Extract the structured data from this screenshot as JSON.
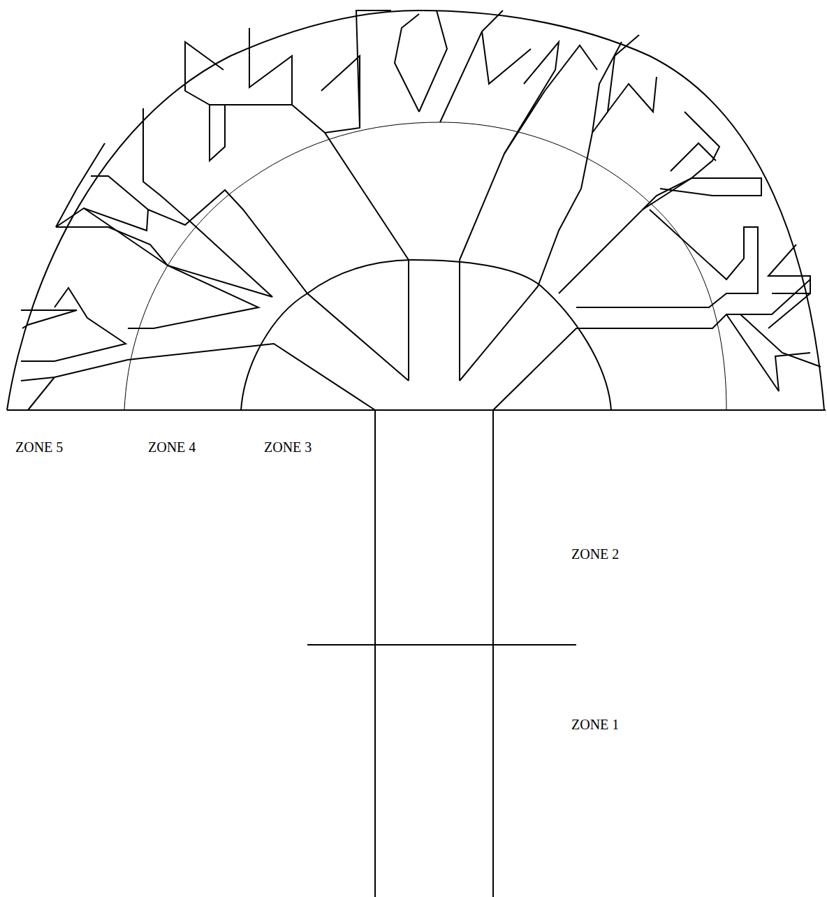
{
  "diagram": {
    "labels": [
      "ZONE 5",
      "ZONE 4",
      "ZONE 3",
      "ZONE 2",
      "ZONE 1"
    ]
  }
}
